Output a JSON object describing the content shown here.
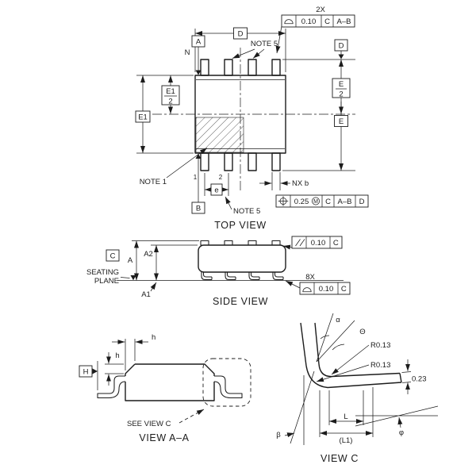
{
  "captions": {
    "top_view": "TOP VIEW",
    "side_view": "SIDE VIEW",
    "view_aa": "VIEW A–A",
    "view_c": "VIEW C"
  },
  "top": {
    "qty_2x": "2X",
    "fcf_edge": {
      "tol": "0.10",
      "datum1": "C",
      "datum2": "A–B"
    },
    "dim_d": "D",
    "datum_a": "A",
    "note5": "NOTE 5",
    "pin_n": "N",
    "datum_d": "D",
    "frac_e": {
      "num": "E",
      "den": "2"
    },
    "dim_e": "E",
    "frac_e1": {
      "num": "E1",
      "den": "2"
    },
    "dim_e1": "E1",
    "note1": "NOTE 1",
    "pin1": "1",
    "pin2": "2",
    "pitch_e": "e",
    "datum_b": "B",
    "qty_nx_b": "NX b",
    "fcf_position": {
      "tol": "0.25",
      "modifier": "M",
      "datum1": "C",
      "datum2": "A–B",
      "datum3": "D"
    }
  },
  "side": {
    "fcf_parallel": {
      "tol": "0.10",
      "datum1": "C"
    },
    "datum_c": "C",
    "dim_a": "A",
    "dim_a2": "A2",
    "dim_a1": "A1",
    "seating_line1": "SEATING",
    "seating_line2": "PLANE",
    "qty_8x": "8X",
    "fcf_profile": {
      "tol": "0.10",
      "datum1": "C"
    }
  },
  "view_aa": {
    "dim_h": "h",
    "datum_h": "H",
    "see_view_c": "SEE VIEW C"
  },
  "view_c": {
    "alpha": "α",
    "theta": "Θ",
    "radius": "R0.13",
    "thickness": "0.23",
    "dim_l": "L",
    "dim_l1": "(L1)",
    "phi": "φ",
    "beta": "β"
  }
}
